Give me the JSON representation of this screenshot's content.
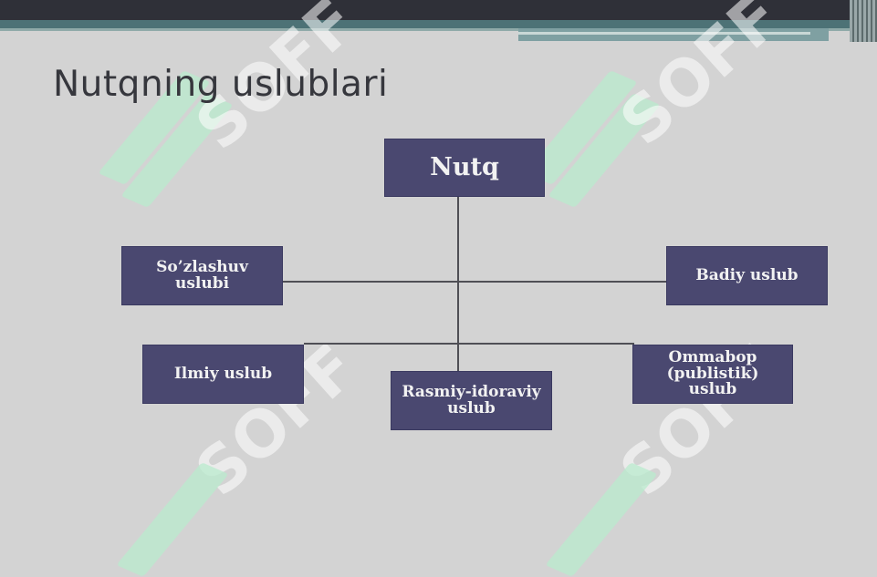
{
  "slide": {
    "title": "Nutqning uslublari",
    "watermark_text": "SOFF"
  },
  "diagram": {
    "root": "Nutq",
    "nodes": {
      "soz": "So’zlashuv uslubi",
      "badiy": "Badiy uslub",
      "ilmiy": "Ilmiy uslub",
      "rasmiy": "Rasmiy-idoraviy uslub",
      "ommabop": "Ommabop (publistik) uslub"
    }
  },
  "colors": {
    "box_fill": "#4a4870",
    "box_text": "#f2f2f2",
    "background": "#d3d3d3",
    "connector": "#4f4f55"
  }
}
